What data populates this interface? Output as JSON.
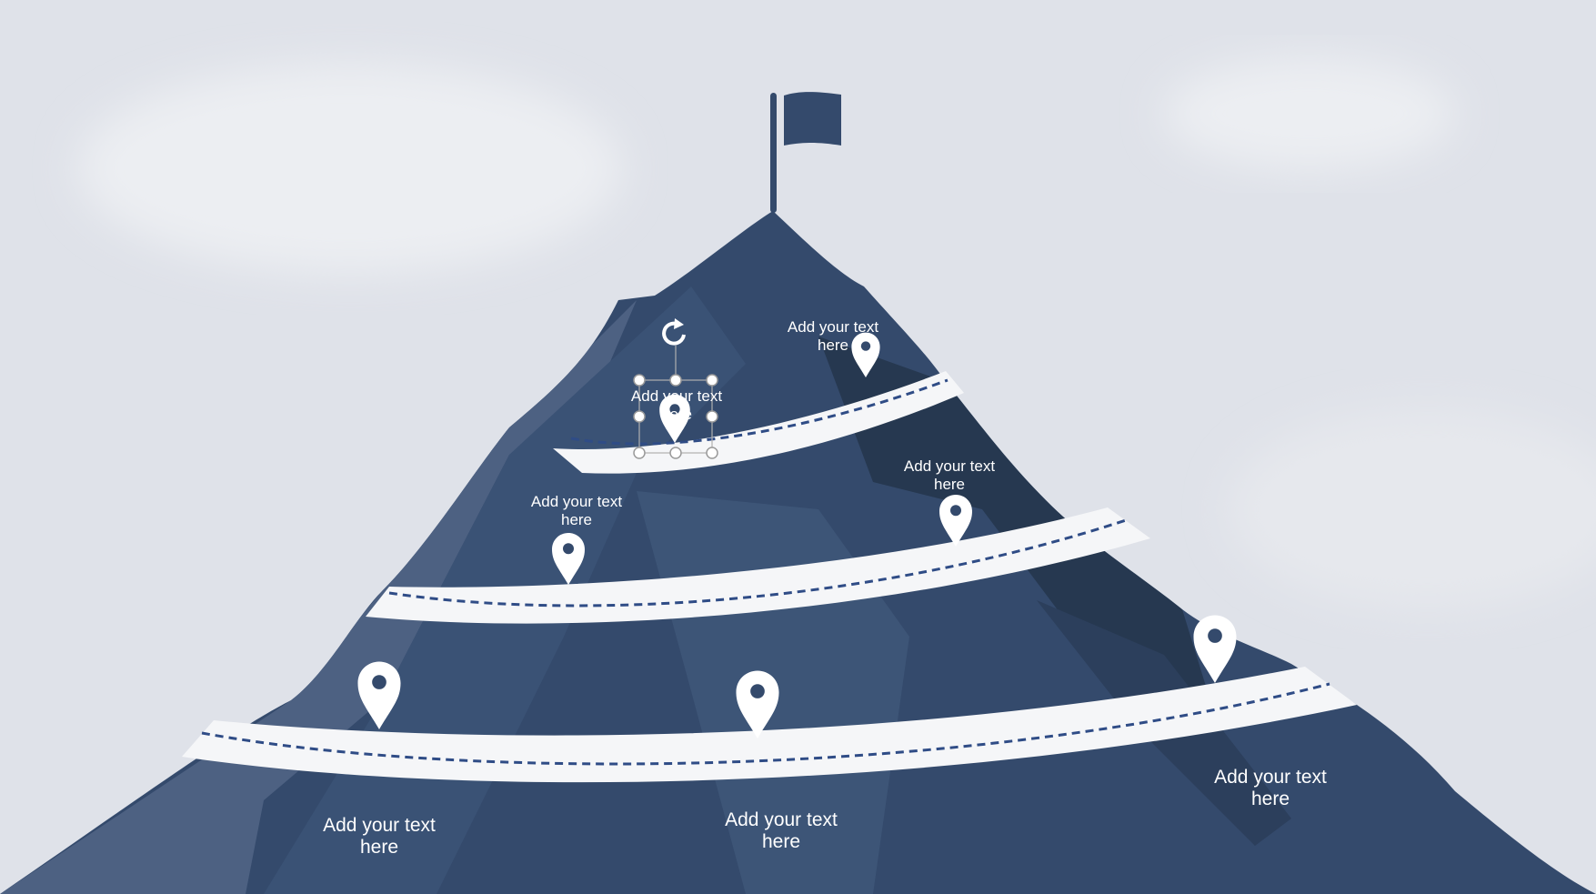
{
  "colors": {
    "sky": "#dfe2e9",
    "cloud": "#eceef2",
    "mountain": "#344a6c",
    "mountain_light": "#4d6182",
    "mountain_dark": "#263850",
    "mountain_mid": "#3a5275",
    "road": "#f5f6f8",
    "road_dash": "#2f4c86",
    "pin": "#ffffff",
    "pin_hole": "#344a6c",
    "selection": "#9a9a9a"
  },
  "labels": [
    {
      "id": "tier4-left",
      "text": "Add your text\nhere"
    },
    {
      "id": "tier4-right",
      "text": "Add your text\nhere"
    },
    {
      "id": "tier3-left",
      "text": "Add your text\nhere"
    },
    {
      "id": "tier3-right",
      "text": "Add your text\nhere"
    },
    {
      "id": "tier1-left",
      "text": "Add your text\nhere"
    },
    {
      "id": "tier1-mid",
      "text": "Add your text\nhere"
    },
    {
      "id": "tier1-right",
      "text": "Add your text\nhere"
    }
  ],
  "icons": {
    "flag": "flag-icon",
    "pin": "map-pin-icon",
    "rotate": "rotate-handle-icon"
  }
}
